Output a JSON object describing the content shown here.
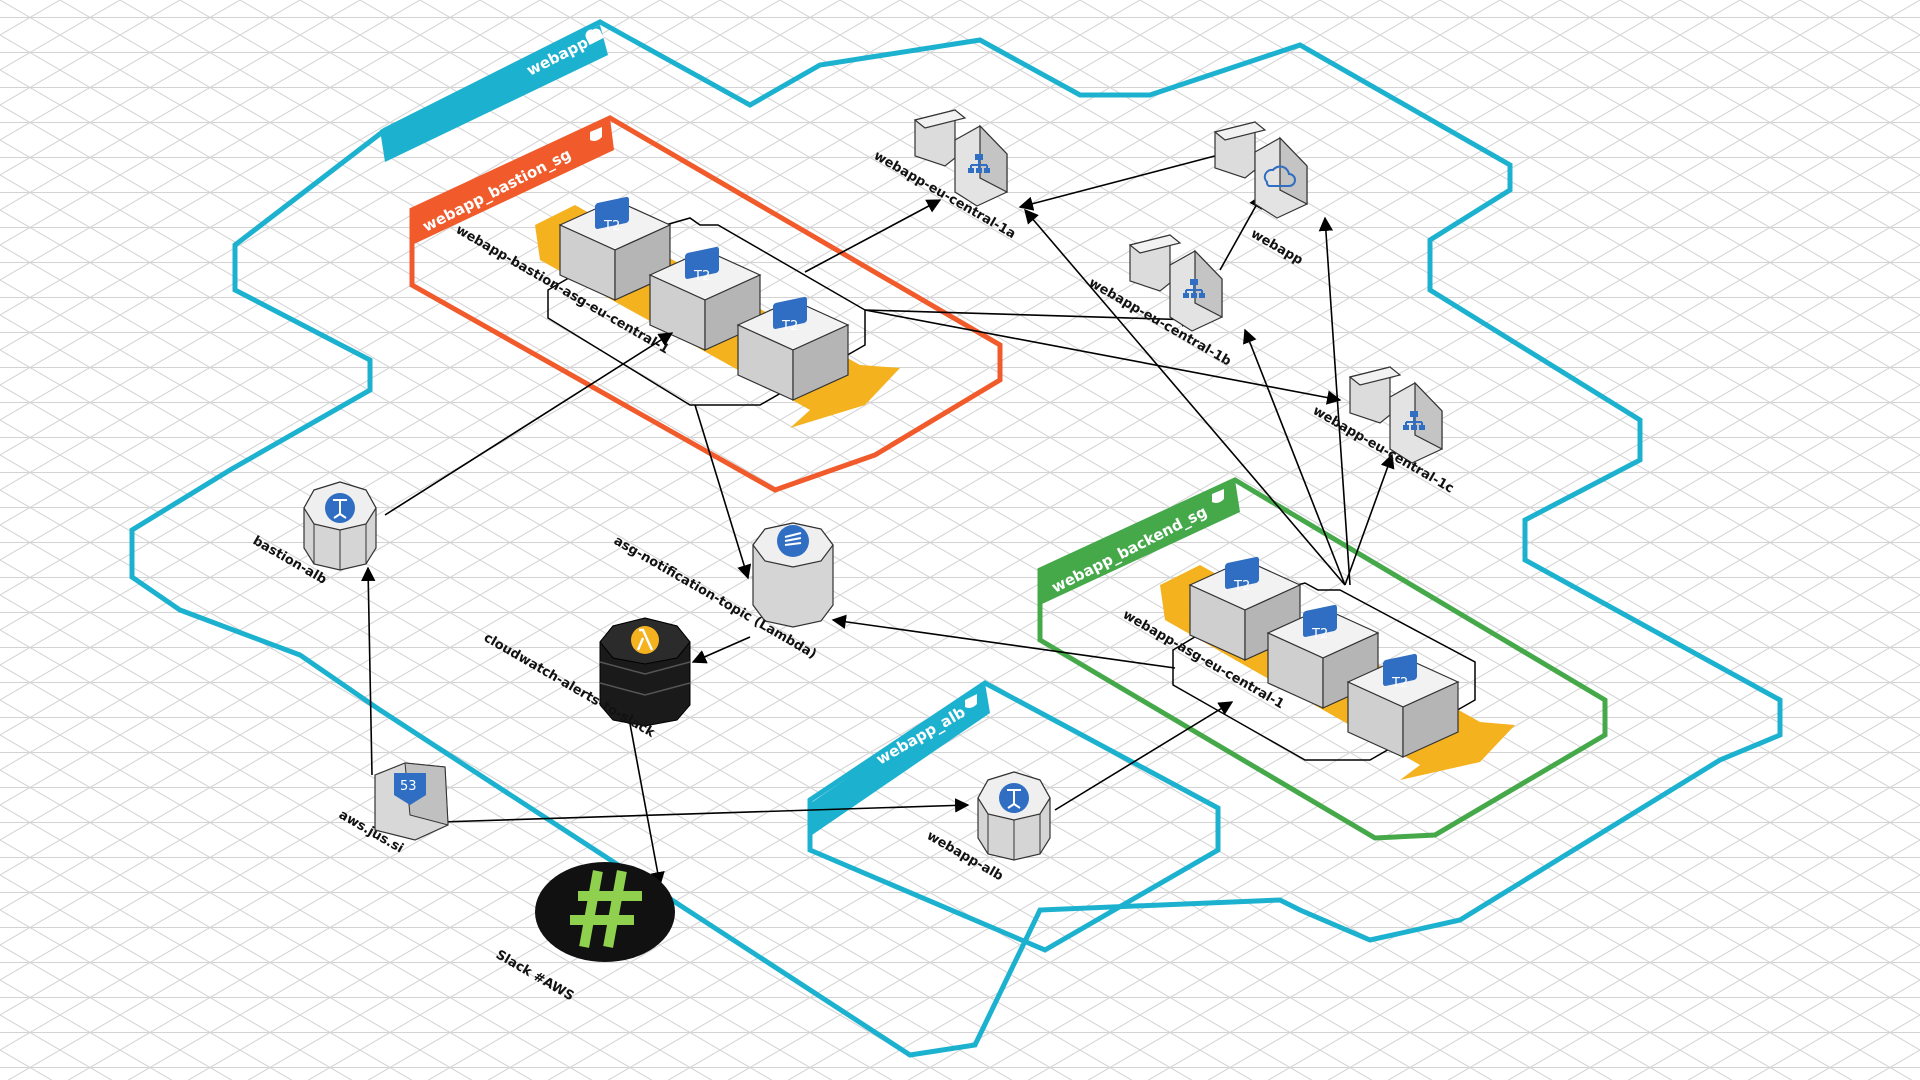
{
  "colors": {
    "vpc": "#1cb2cf",
    "bastion_sg": "#f15a2b",
    "backend_sg": "#45a94a",
    "alb_sg": "#1cb2cf",
    "asg_arrow": "#f5b21f",
    "badge": "#2f6ec2",
    "grid": "#d3d3d3"
  },
  "groups": {
    "vpc": {
      "label": "webapp",
      "icon": "cloud-icon"
    },
    "bastion_sg": {
      "label": "webapp_bastion_sg",
      "icon": "shield-icon"
    },
    "backend_sg": {
      "label": "webapp_backend_sg",
      "icon": "shield-icon"
    },
    "alb_sg": {
      "label": "webapp_alb",
      "icon": "shield-icon"
    }
  },
  "asgs": {
    "bastion": {
      "label": "webapp-bastion-asg-eu-central-1",
      "instance_badge": "T2"
    },
    "backend": {
      "label": "webapp-asg-eu-central-1",
      "instance_badge": "T2"
    }
  },
  "nodes": {
    "subnet_1a": {
      "label": "webapp-eu-central-1a",
      "icon": "subnet-icon"
    },
    "subnet_1b": {
      "label": "webapp-eu-central-1b",
      "icon": "subnet-icon"
    },
    "subnet_1c": {
      "label": "webapp-eu-central-1c",
      "icon": "subnet-icon"
    },
    "vpc_node": {
      "label": "webapp",
      "icon": "vpc-cloud-icon"
    },
    "bastion_alb": {
      "label": "bastion-alb",
      "icon": "load-balancer-icon"
    },
    "webapp_alb": {
      "label": "webapp-alb",
      "icon": "load-balancer-icon"
    },
    "sns_topic": {
      "label": "asg-notification-topic (Lambda)",
      "icon": "sns-icon"
    },
    "lambda": {
      "label": "cloudwatch-alerts-to-slack",
      "icon": "lambda-icon"
    },
    "route53": {
      "label": "aws.jus.si",
      "icon": "route53-icon",
      "badge": "53"
    },
    "slack": {
      "label": "Slack #AWS",
      "icon": "slack-icon"
    }
  }
}
